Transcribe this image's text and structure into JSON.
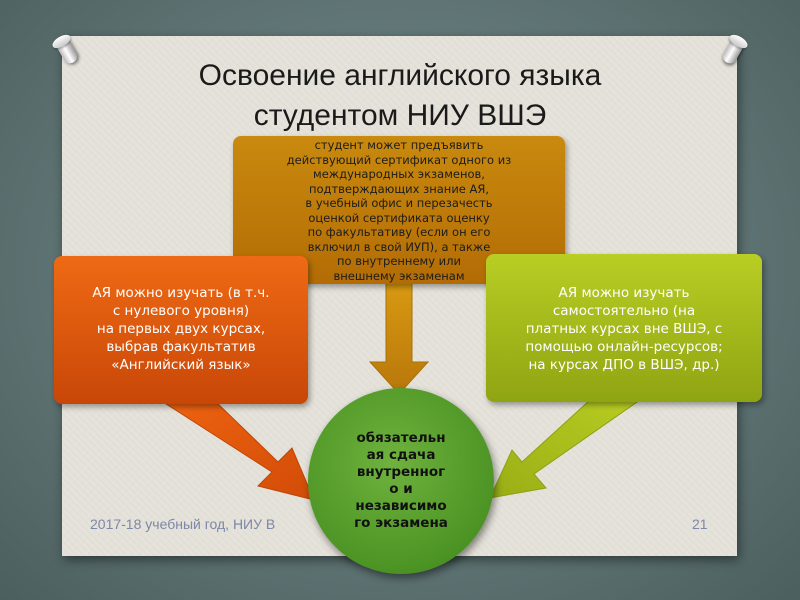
{
  "slide": {
    "title_lines": [
      "Освоение английского языка",
      "студентом НИУ ВШЭ"
    ],
    "top_box_lines": [
      "студент может предъявить",
      "действующий сертификат одного из",
      "международных экзаменов,",
      "подтверждающих знание АЯ,",
      "в учебный офис и перезачесть",
      "оценкой сертификата оценку",
      "по факультативу (если он его",
      "включил в свой ИУП), а также",
      "по внутреннему или",
      "внешнему экзаменам"
    ],
    "left_box_lines": [
      "АЯ можно изучать (в т.ч.",
      "с нулевого уровня)",
      "на первых двух курсах,",
      "выбрав факультатив",
      "«Английский язык»"
    ],
    "right_box_lines": [
      "АЯ можно изучать",
      "самостоятельно (на",
      "платных курсах вне ВШЭ, с",
      "помощью онлайн-ресурсов;",
      "на курсах ДПО в ВШЭ, др.)"
    ],
    "circle_lines": [
      "обязательн",
      "ая сдача",
      "внутренног",
      "о и",
      "независимо",
      "го экзамена"
    ],
    "footer": "2017-18 учебный год, НИУ В",
    "page_number": "21"
  },
  "colors": {
    "top_box": "#c0800b",
    "left_box": "#e35b0f",
    "right_box": "#a6bb1b",
    "circle": "#56a02c",
    "paper": "#e4e2d9",
    "background": "#5d7272"
  }
}
